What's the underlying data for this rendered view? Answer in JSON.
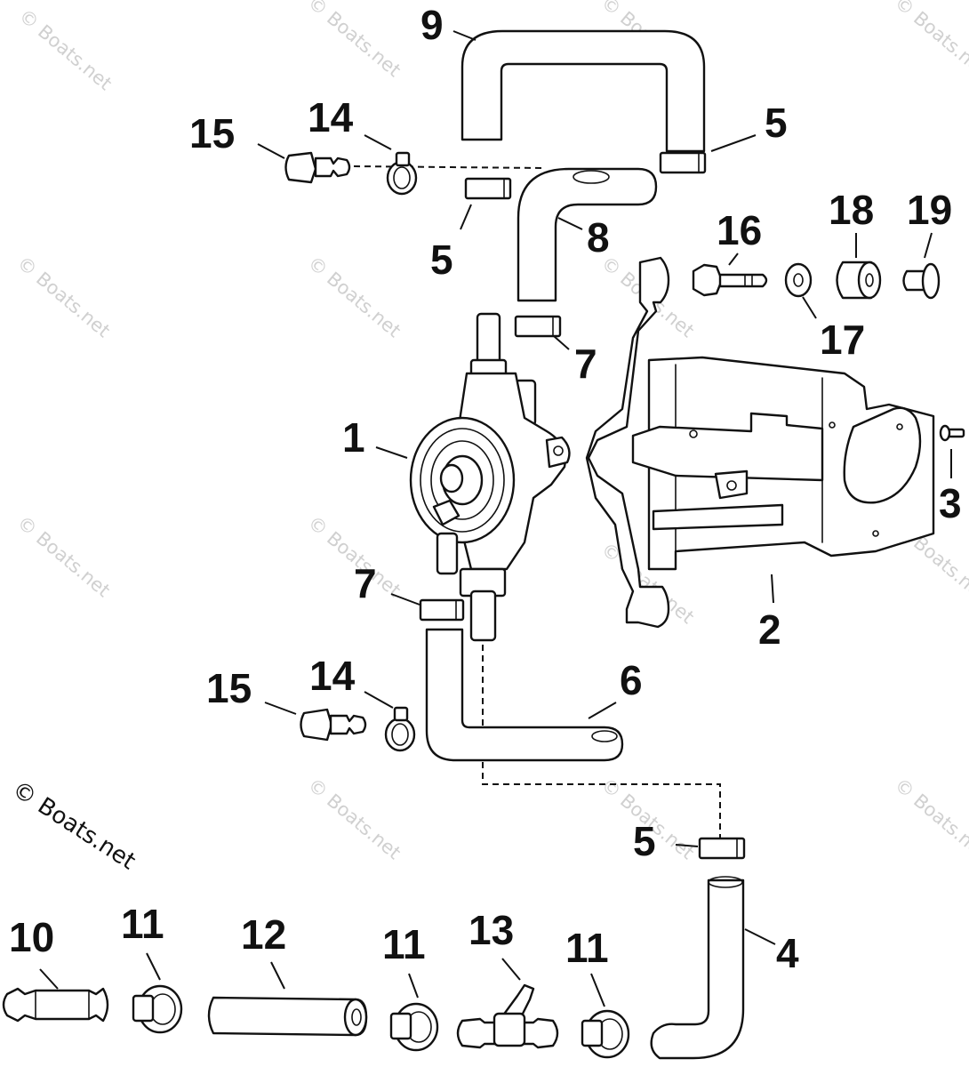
{
  "copyright": "© Boats.net",
  "watermark": "© Boats.net",
  "callouts": {
    "c1": "1",
    "c2": "2",
    "c3": "3",
    "c4": "4",
    "c5a": "5",
    "c5b": "5",
    "c5c": "5",
    "c6": "6",
    "c7a": "7",
    "c7b": "7",
    "c8": "8",
    "c9": "9",
    "c10": "10",
    "c11a": "11",
    "c11b": "11",
    "c11c": "11",
    "c12": "12",
    "c13": "13",
    "c14a": "14",
    "c14b": "14",
    "c15a": "15",
    "c15b": "15",
    "c16": "16",
    "c17": "17",
    "c18": "18",
    "c19": "19"
  }
}
